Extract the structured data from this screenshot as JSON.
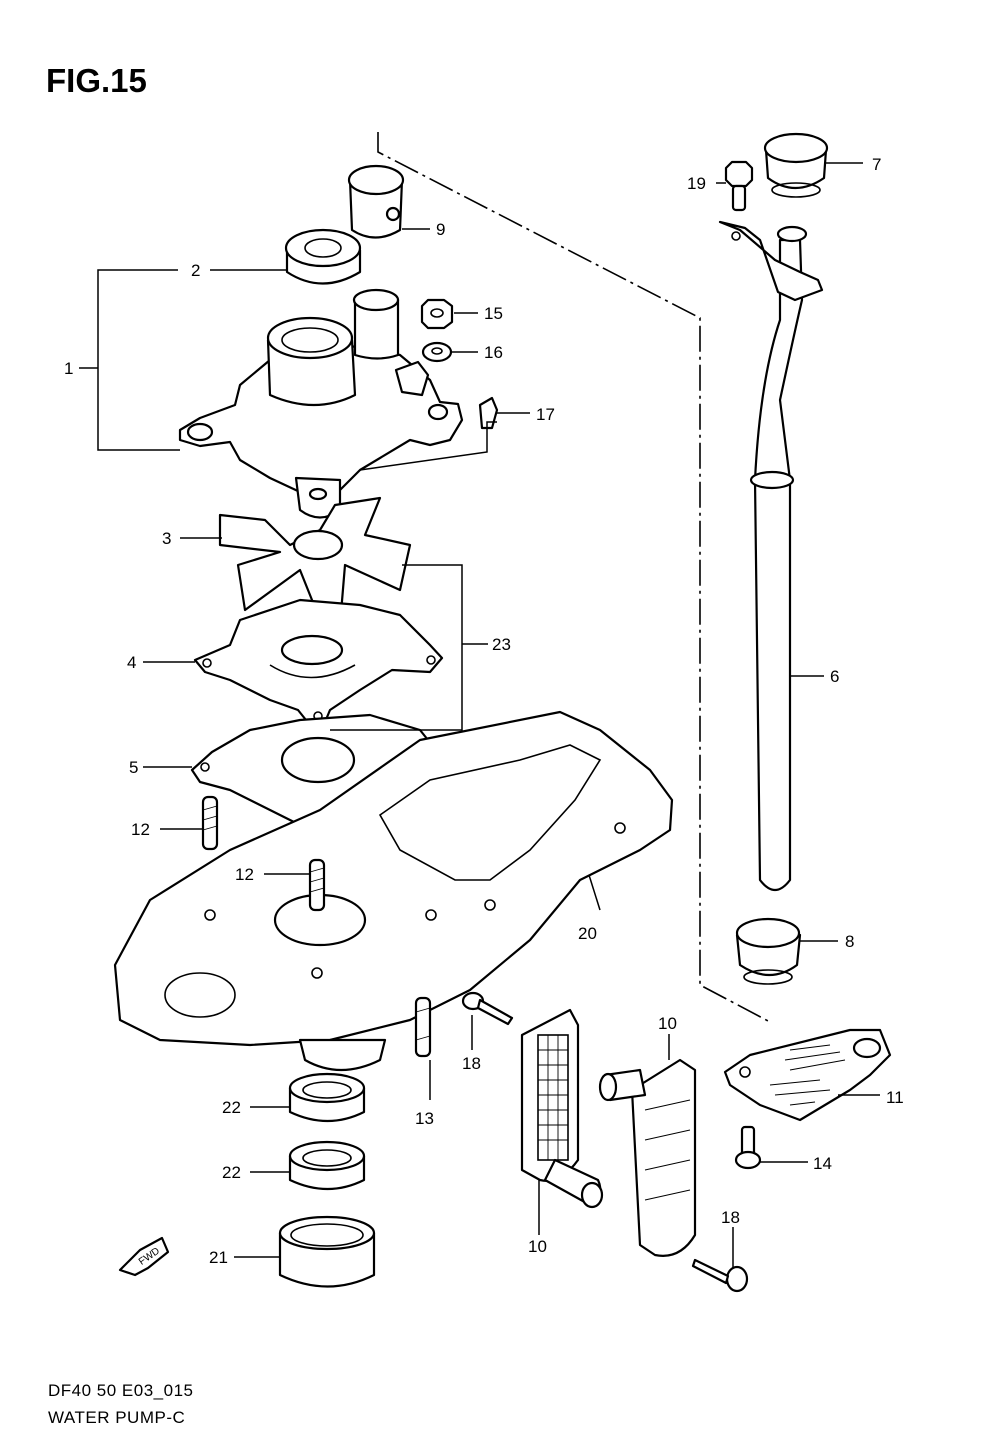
{
  "figure": {
    "title": "FIG.15",
    "code": "DF40 50 E03_015",
    "name": "WATER PUMP-C"
  },
  "direction_marker": "FWD",
  "callouts": [
    {
      "id": "c1",
      "label": "1"
    },
    {
      "id": "c2",
      "label": "2"
    },
    {
      "id": "c3",
      "label": "3"
    },
    {
      "id": "c4",
      "label": "4"
    },
    {
      "id": "c5",
      "label": "5"
    },
    {
      "id": "c6",
      "label": "6"
    },
    {
      "id": "c7",
      "label": "7"
    },
    {
      "id": "c8",
      "label": "8"
    },
    {
      "id": "c9",
      "label": "9"
    },
    {
      "id": "c10a",
      "label": "10"
    },
    {
      "id": "c10b",
      "label": "10"
    },
    {
      "id": "c11",
      "label": "11"
    },
    {
      "id": "c12a",
      "label": "12"
    },
    {
      "id": "c12b",
      "label": "12"
    },
    {
      "id": "c13",
      "label": "13"
    },
    {
      "id": "c14",
      "label": "14"
    },
    {
      "id": "c15",
      "label": "15"
    },
    {
      "id": "c16",
      "label": "16"
    },
    {
      "id": "c17",
      "label": "17"
    },
    {
      "id": "c18a",
      "label": "18"
    },
    {
      "id": "c18b",
      "label": "18"
    },
    {
      "id": "c19",
      "label": "19"
    },
    {
      "id": "c20",
      "label": "20"
    },
    {
      "id": "c21",
      "label": "21"
    },
    {
      "id": "c22a",
      "label": "22"
    },
    {
      "id": "c22b",
      "label": "22"
    },
    {
      "id": "c23",
      "label": "23"
    }
  ]
}
